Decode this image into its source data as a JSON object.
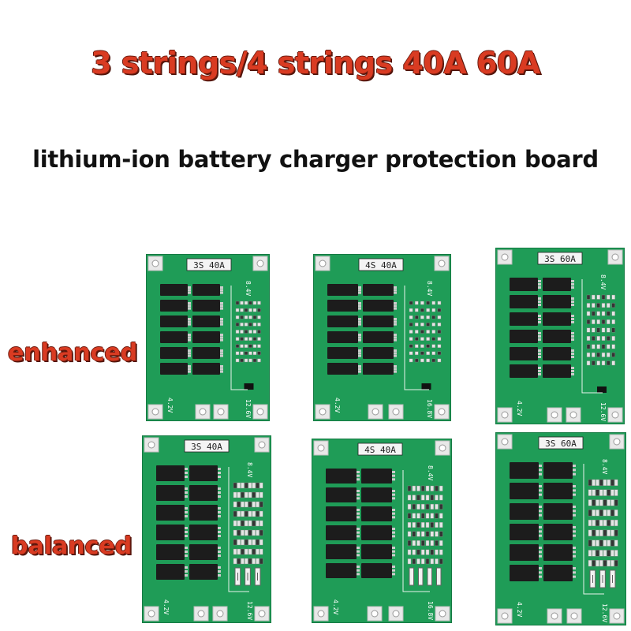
{
  "header": {
    "title_line1": "3 strings/4 strings 40A 60A",
    "title_line2": "lithium-ion battery charger protection board"
  },
  "rows": {
    "enhanced_label": "enhanced",
    "balanced_label": "balanced"
  },
  "boards": [
    {
      "id": "enh-3s-40a",
      "badge": "3S 40A",
      "v_top": "8.4V",
      "v_bottom": "12.6V",
      "v_left": "4.2V",
      "style": "enhanced"
    },
    {
      "id": "enh-4s-40a",
      "badge": "4S 40A",
      "v_top": "8.4V",
      "v_bottom": "16.8V",
      "v_left": "4.2V",
      "style": "enhanced"
    },
    {
      "id": "enh-3s-60a",
      "badge": "3S 60A",
      "v_top": "8.4V",
      "v_bottom": "12.6V",
      "v_left": "4.2V",
      "style": "enhanced"
    },
    {
      "id": "bal-3s-40a",
      "badge": "3S 40A",
      "v_top": "8.4V",
      "v_bottom": "12.6V",
      "v_left": "4.2V",
      "style": "balanced"
    },
    {
      "id": "bal-4s-40a",
      "badge": "4S 40A",
      "v_top": "8.4V",
      "v_bottom": "16.8V",
      "v_left": "4.2V",
      "style": "balanced"
    },
    {
      "id": "bal-3s-60a",
      "badge": "3S 60A",
      "v_top": "8.4V",
      "v_bottom": "12.6V",
      "v_left": "4.2V",
      "style": "balanced"
    }
  ],
  "colors": {
    "title_red": "#d93b22",
    "pcb_green": "#1f9c57",
    "pcb_dark": "#157a43",
    "mosfet_black": "#1c1c1c",
    "pad_silver": "#e8e8e8"
  }
}
